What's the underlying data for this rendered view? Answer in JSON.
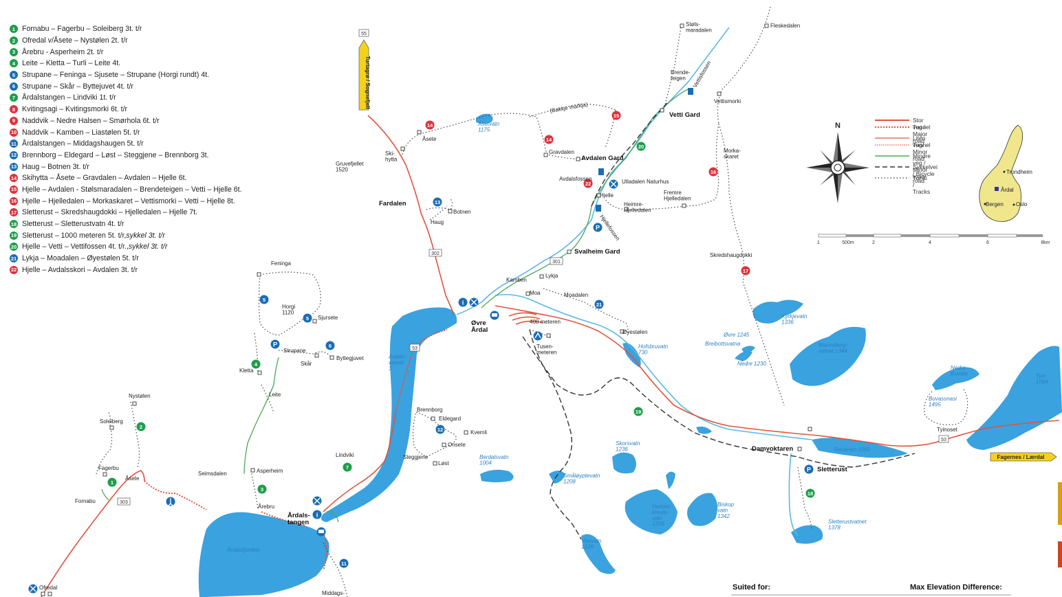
{
  "routes": [
    {
      "num": "1",
      "color": "#1e9e4a",
      "text": "Fornabu – Fagerbu – Soleiberg 3t. t/r",
      "italic": ""
    },
    {
      "num": "2",
      "color": "#1e9e4a",
      "text": "Ofredal v/Åsete – Nystølen 2t. t/r",
      "italic": ""
    },
    {
      "num": "3",
      "color": "#1e9e4a",
      "text": "Årebru - Asperheim 2t. t/r",
      "italic": ""
    },
    {
      "num": "4",
      "color": "#1e9e4a",
      "text": "Leite – Kletta – Turli – Leite 4t.",
      "italic": ""
    },
    {
      "num": "5",
      "color": "#1a6db5",
      "text": "Strupane – Feninga – Sjusete – Strupane (Horgi rundt) 4t.",
      "italic": ""
    },
    {
      "num": "6",
      "color": "#1a6db5",
      "text": "Strupane – Skår – Byttejuvet 4t. t/r",
      "italic": ""
    },
    {
      "num": "7",
      "color": "#1e9e4a",
      "text": "Årdalstangen – Lindviki 1t. t/r",
      "italic": ""
    },
    {
      "num": "8",
      "color": "#e0303a",
      "text": "Kvitingsagi – Kvitingsmorki 6t. t/r",
      "italic": ""
    },
    {
      "num": "9",
      "color": "#e0303a",
      "text": "Naddvik – Nedre Halsen – Smørhola 6t. t/r",
      "italic": ""
    },
    {
      "num": "10",
      "color": "#e0303a",
      "text": "Naddvik – Kamben – Liastølen 5t. t/r",
      "italic": ""
    },
    {
      "num": "11",
      "color": "#1a6db5",
      "text": "Årdalstangen – Middagshaugen 5t. t/r",
      "italic": ""
    },
    {
      "num": "12",
      "color": "#1a6db5",
      "text": "Brennborg – Eldegard – Løst – Steggjene – Brennborg 3t.",
      "italic": ""
    },
    {
      "num": "13",
      "color": "#1a6db5",
      "text": "Haug – Botnen 3t. t/r",
      "italic": ""
    },
    {
      "num": "14",
      "color": "#e0303a",
      "text": "Skihytta – Åsete – Gravdalen – Avdalen – Hjelle 6t.",
      "italic": ""
    },
    {
      "num": "15",
      "color": "#e0303a",
      "text": "Hjelle – Avdalen  - Stølsmaradalen – Brendeteigen – Vetti – Hjelle 6t.",
      "italic": ""
    },
    {
      "num": "16",
      "color": "#e0303a",
      "text": "Hjelle – Hjelledalen – Morkaskaret – Vettismorki – Vetti – Hjelle 8t.",
      "italic": ""
    },
    {
      "num": "17",
      "color": "#e0303a",
      "text": "Sletterust – Skredshaugdokki – Hjelledalen – Hjelle 7t.",
      "italic": ""
    },
    {
      "num": "18",
      "color": "#1e9e4a",
      "text": "Sletterust – Sletterustvatn 4t. t/r",
      "italic": ""
    },
    {
      "num": "19",
      "color": "#1e9e4a",
      "text": "Sletterust – 1000 meteren 5t. t/r, ",
      "italic": "sykkel 3t. t/r"
    },
    {
      "num": "20",
      "color": "#1e9e4a",
      "text": "Hjelle – Vetti – Vettifossen 4t. t/r., ",
      "italic": "sykkel 3t. t/r"
    },
    {
      "num": "21",
      "color": "#1a6db5",
      "text": "Lykja – Moadalen – Øyestølen 5t. t/r",
      "italic": ""
    },
    {
      "num": "22",
      "color": "#e0303a",
      "text": "Hjelle – Avdalsskori – Avdalen 3t. t/r",
      "italic": ""
    }
  ],
  "legend": {
    "major_road": "Stor veg / Major road",
    "tunnel1": "Tunnel",
    "minor_road1": "Liten veg/ Minor road",
    "tunnel2": "Tunnel",
    "minor_road2": "Mindre veg / Minor road",
    "bicycle": "Sykkelvei / Bicycle road",
    "tracks": "Tursti / Tracks"
  },
  "compass": {
    "north": "N"
  },
  "scale": {
    "labels": [
      "1",
      "500m",
      "2",
      "4",
      "6",
      "8km"
    ]
  },
  "inset": {
    "trondheim": "Trondheim",
    "ardal": "Årdal",
    "bergen": "Bergen",
    "oslo": "Oslo"
  },
  "road_signs": {
    "tunnel_sign_55": "55",
    "turtagro": "Turtagrø / Sognefjell",
    "fagernes": "Fagernes / Lærdal"
  },
  "road_numbers": {
    "r302": "302",
    "r301": "301",
    "r53a": "53",
    "r53b": "53",
    "r303": "303"
  },
  "places": {
    "stalsmaradalen": "Støls-\nmaradalen",
    "fleskedalen": "Fleskedalen",
    "brendeteigen": "Brende-\nteigen",
    "vettifossen": "Vettisfossen",
    "vettismorki": "Vettismorki",
    "vetti_gard": "Vetti Gard",
    "morkaskaret": "Morka-\nskaret",
    "asete": "Åsete",
    "skihytta": "Ski-\nhytta",
    "gravdalen": "Gravdalen",
    "avdalen_gard": "Avdalen Gard",
    "avdalsfossen": "Avdalsfossen",
    "utladalen": "Utladalen Naturhus",
    "hjelle": "Hjelle",
    "fremre": "Fremre\nHjelledalen",
    "heimre": "Heimre-\nHjelledalen",
    "hjellefossen": "Hjellefossen",
    "gruvefjellet": "Gruvefjellet\n1520",
    "fardalen": "Fardalen",
    "botnen": "Botnen",
    "haug": "Haug",
    "svalheim": "Svalheim Gard",
    "skredshaugdokki": "Skredshaugdokki",
    "kamben": "Kamben",
    "lykja": "Lykja",
    "moa": "Moa",
    "moadalen": "Moadalen",
    "ovre_ardal": "Øvre\nÅrdal",
    "meter400": "400 meteren",
    "tusenmeteren": "Tusen-\nmeteren",
    "oyestolen": "Øyestølen",
    "feninga": "Feninga",
    "horgi": "Horgi\n1120",
    "sjursete": "Sjursete",
    "strupane": "Strupane",
    "skar": "Skår",
    "byttegjuvet": "Byttegjuvet",
    "kletta": "Kletta",
    "leite": "Leite",
    "nystolen": "Nystølen",
    "soleiberg": "Soleiberg",
    "fagerbu": "Fagerbu",
    "fornabu": "Fornabu",
    "asete2": "Åsete",
    "seimsdalen": "Seimsdalen",
    "asperheim": "Asperheim",
    "arebru": "Årebru",
    "ardalstangen": "Årdals-\ntangen",
    "lindviki": "Lindviki",
    "brennborg": "Brennborg",
    "eldegard": "Eldegard",
    "kvemli": "Kvemli",
    "onsete": "Onsete",
    "steggjene": "Steggjene",
    "lost": "Løst",
    "damvoktaren": "Damvoktaren",
    "sletterust": "Sletterust",
    "tyinoset": "Tyinoset",
    "middags": "Middags-",
    "ofredal": "Ofredal",
    "bakkje": "(Bakkje markja)"
  },
  "lakes": {
    "asetvatn": "Åsetvatn\n1175",
    "kyrkjevatn": "Kyrkjevatn\n1336",
    "ovre1245": "Øvre 1245",
    "breibotsvatna": "Breibottsvatna",
    "nedre1230": "Nedre 1230",
    "mannsberg": "Mannsberg-\nvatnet 1344",
    "hofsbruvatn": "Hofsbruvatn\n730",
    "ardalsvatnet": "Årdals-\nvatnet\n3",
    "berdalsvatn": "Berdalsvatn\n1004",
    "skorsvatn": "Skorsvatn\n1236",
    "smaloyp": "Småløyptevatn\n1208",
    "heimrekrevja": "Heimre\nkrevja-\nvatn\n1326",
    "biskop": "Biskop\nvatn\n1342",
    "viervatn": "Viervatn\n1228",
    "sletterustvatnet": "Sletterustvatnet\n1378",
    "tyin": "Tyin\n1084",
    "nedre_buvatn": "Nedre\nBuvatn",
    "buvassnasi": "Buvassnasi\n1495",
    "tonsmen": "Torolmen 1050",
    "ardalsfjorden": "Årdalsfjorden"
  },
  "bottom": {
    "suited": "Suited for:",
    "max_elev": "Max Elevation Difference:"
  },
  "colors": {
    "lake": "#3aa2df",
    "major_road": "#e0533f",
    "minor_road": "#4aa85a",
    "river": "#5bb7e6",
    "inset_land": "#f0e68c"
  }
}
